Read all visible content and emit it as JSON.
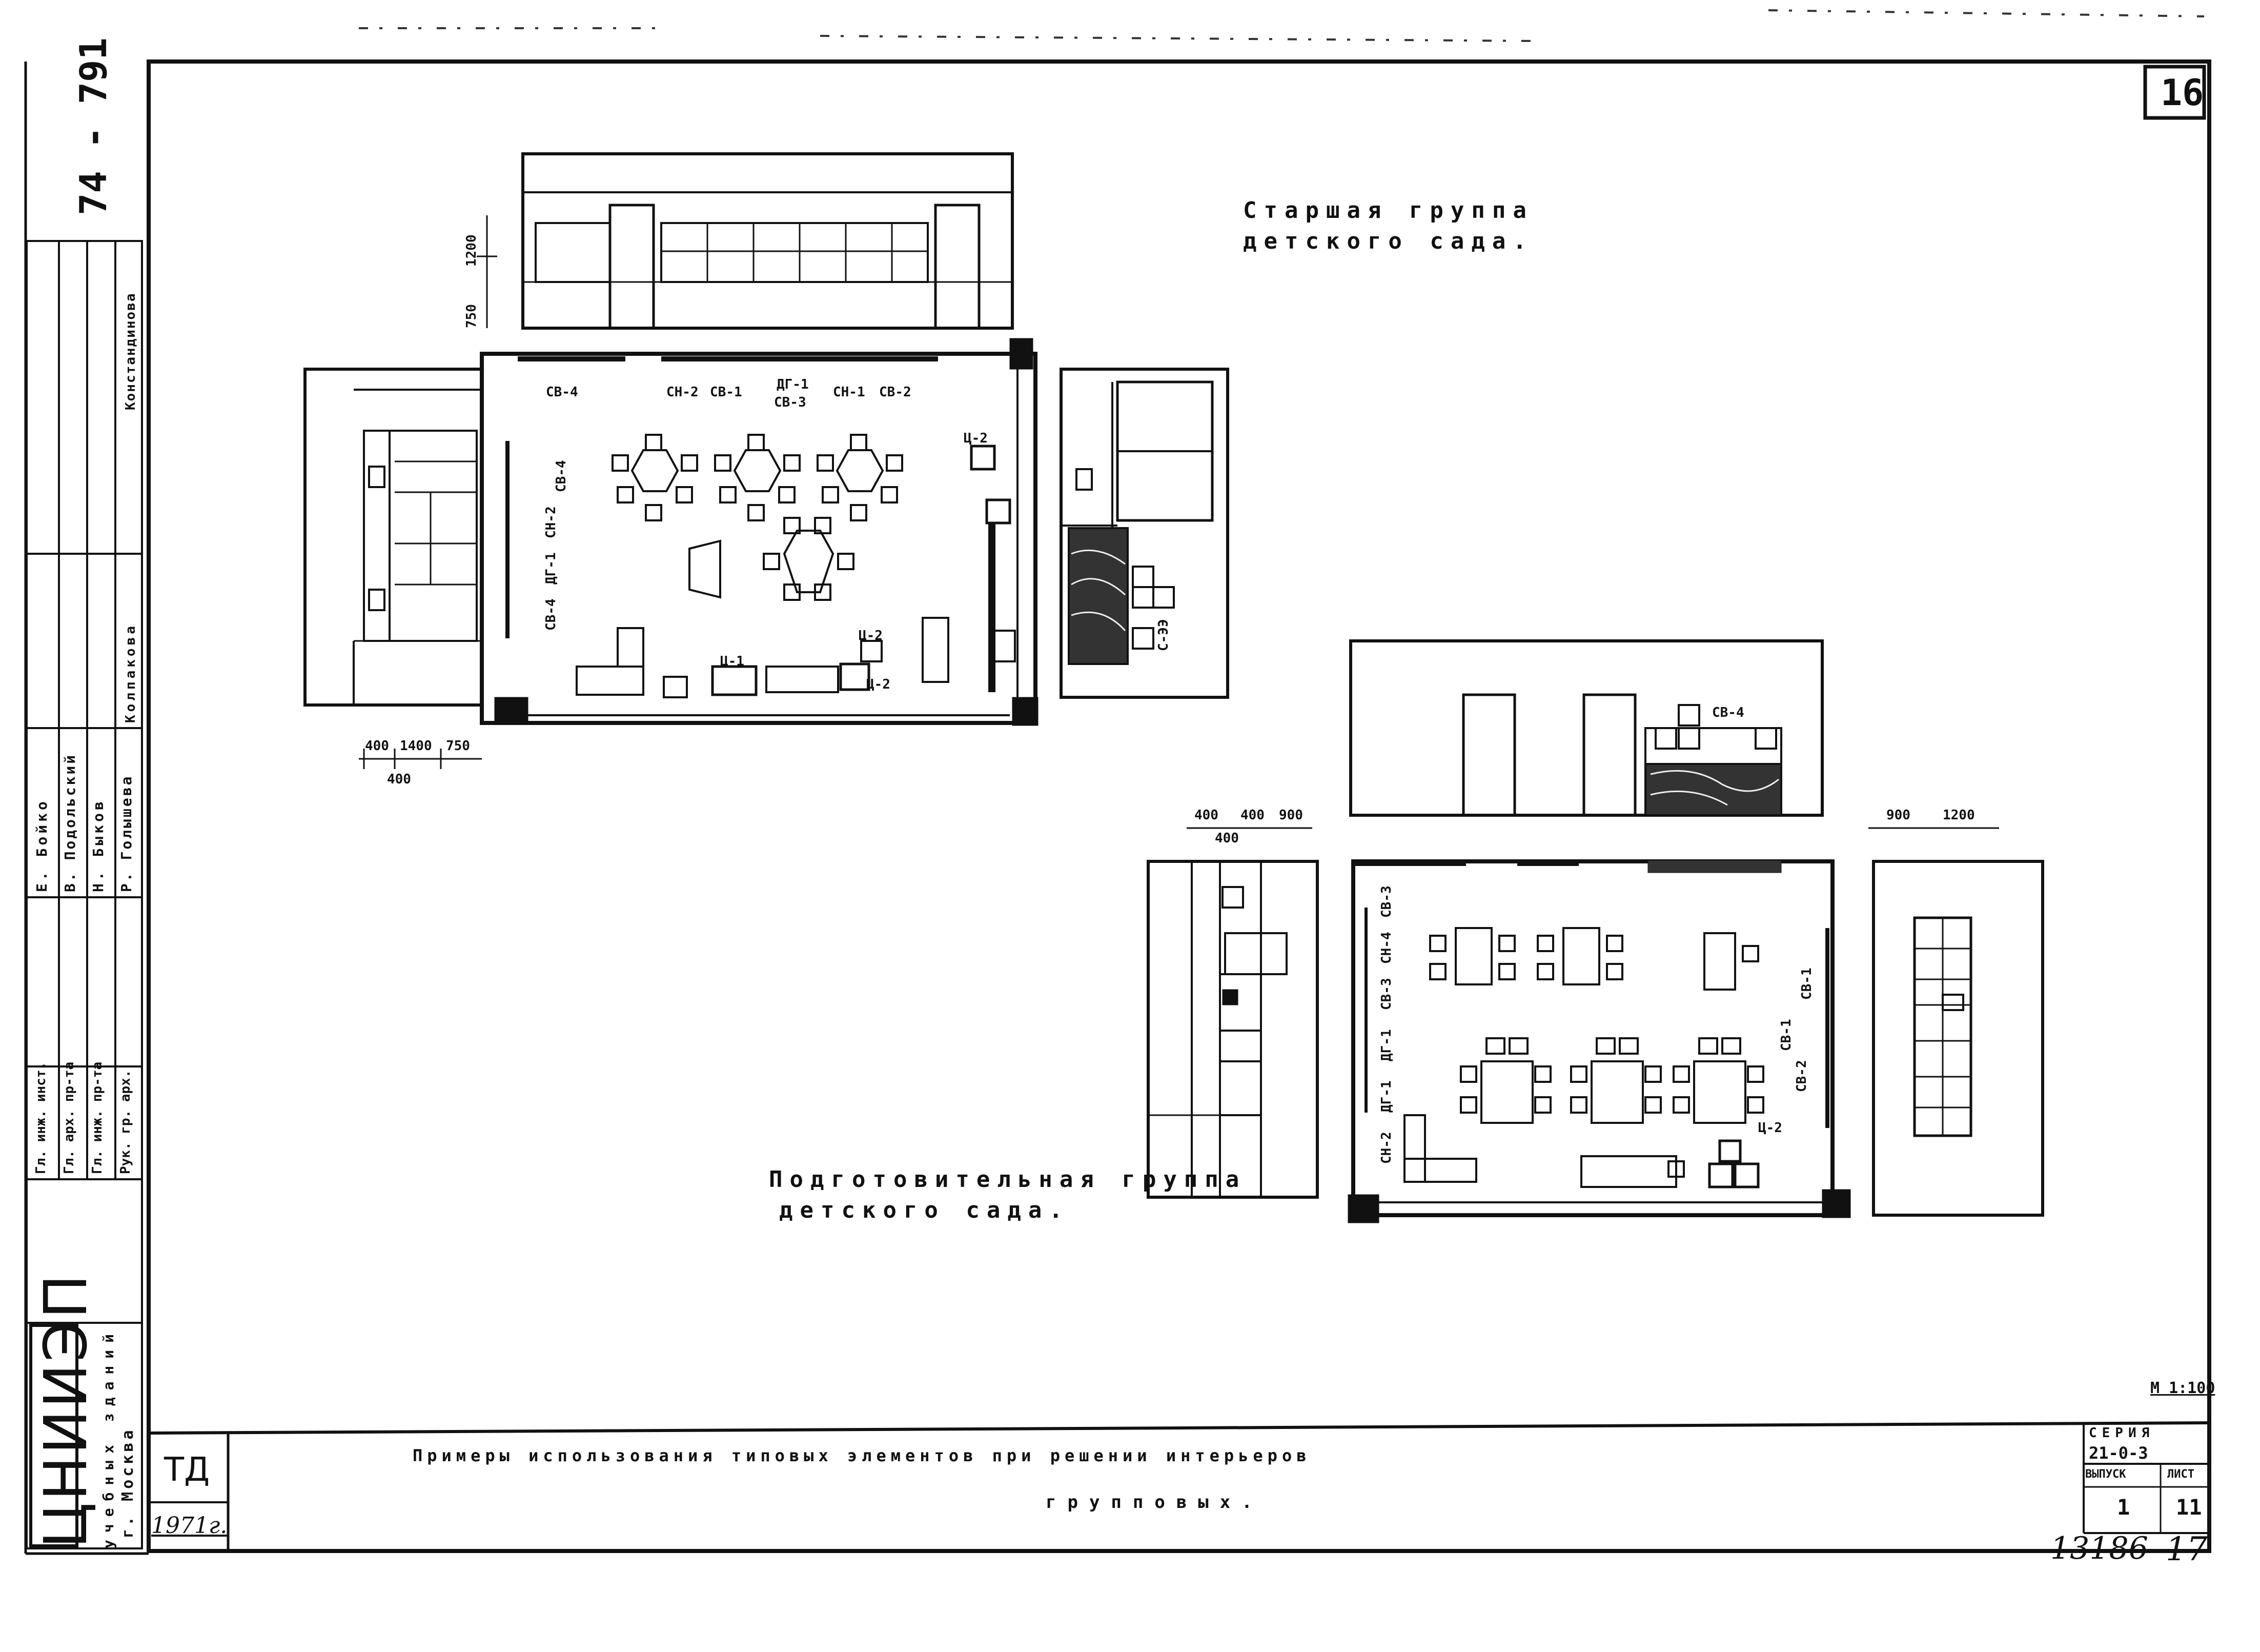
{
  "sheet": {
    "number_top": "16",
    "margin_code": "74 - 791",
    "scale": "М 1:100",
    "series_label": "СЕРИЯ",
    "series_value": "21-0-3",
    "issue_label": "ВЫПУСК",
    "issue_value": "1",
    "page_label": "ЛИСТ",
    "page_value": "11",
    "handwritten_ref": "13186",
    "handwritten_page": "17"
  },
  "title_block": {
    "main_title_line1": "Примеры использования типовых элементов при решении интерьеров",
    "main_title_line2": "групповых.",
    "stamp": "ТД",
    "year": "1971г."
  },
  "organization": {
    "logo": "ЦНИИЭП",
    "subtitle1": "учебных зданий",
    "subtitle2": "г. Москва"
  },
  "signatures": {
    "roles": [
      "Гл. инж. инст.",
      "Гл. арх. пр-та",
      "Гл. инж. пр-та",
      "Рук. гр. арх."
    ],
    "names": [
      "Е. Бойко",
      "В. Подольский",
      "Н. Быков",
      "Р. Голышева"
    ],
    "checked_by": [
      "Констандинова",
      "Колпакова"
    ]
  },
  "plans": {
    "senior": {
      "caption_line1": "Старшая группа",
      "caption_line2": "детского сада.",
      "labels": [
        "СВ-4",
        "СН-2",
        "СВ-1",
        "ДГ-1",
        "СВ-3",
        "СН-1",
        "СВ-2",
        "Ц-2",
        "Ц-1",
        "ДГ-1",
        "СН-2",
        "СВ-4",
        "СВ-4",
        "Ц-2",
        "Ц-2",
        "С-ЭЭ"
      ],
      "dims_top": [
        "750",
        "1200"
      ],
      "dims_bottom": [
        "400",
        "1400",
        "750",
        "400"
      ]
    },
    "preparatory": {
      "caption_line1": "Подготовительная группа",
      "caption_line2": "детского сада.",
      "labels": [
        "СВ-3",
        "СН-4",
        "СВ-3",
        "ДГ-1",
        "ДГ-1",
        "СН-2",
        "СВ-1",
        "СВ-1",
        "СВ-2",
        "Ц-2",
        "СВ-4"
      ],
      "dims_left": [
        "400",
        "400",
        "900",
        "400"
      ],
      "dims_right": [
        "900",
        "1200"
      ]
    }
  }
}
